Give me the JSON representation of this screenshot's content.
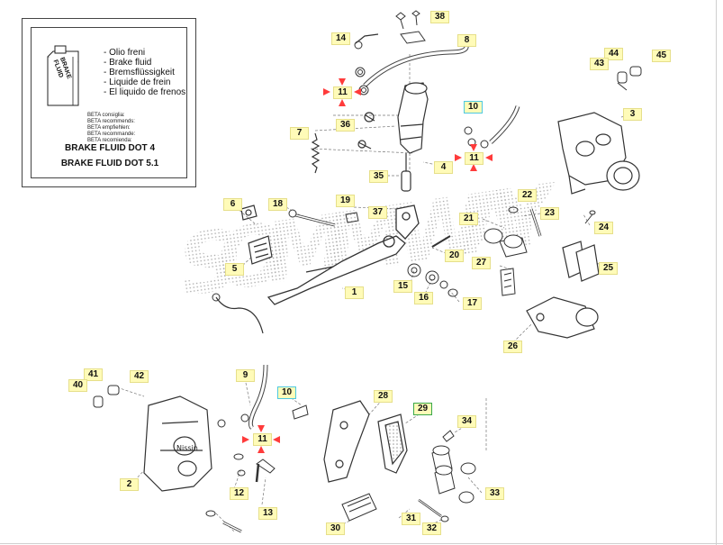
{
  "legend": {
    "can_label": "BRAKE FLUID",
    "languages": [
      "- Olio freni",
      "- Brake fluid",
      "- Bremsflüssigkeit",
      "- Liquide de frein",
      "- El liquido de frenos"
    ],
    "recommend": [
      "BETA consiglia:",
      "BETA recommends:",
      "BETA empfiehlen:",
      "BETA recommande:",
      "BETA recomienda:"
    ],
    "fluid_dot4": "BRAKE FLUID DOT 4",
    "fluid_dot51": "BRAKE FLUID DOT 5.1"
  },
  "watermark": "SOMM WAY",
  "colors": {
    "tag_fill": "#fffbb8",
    "tag_border": "#e6df8a",
    "highlight_cyan": "#4dc8e0",
    "highlight_green": "#3aa84a",
    "torque_arrow": "#ff3b3b"
  },
  "callouts": [
    {
      "id": "c38",
      "label": "38",
      "style": "plain"
    },
    {
      "id": "c14",
      "label": "14",
      "style": "plain"
    },
    {
      "id": "c8",
      "label": "8",
      "style": "plain"
    },
    {
      "id": "c44",
      "label": "44",
      "style": "plain"
    },
    {
      "id": "c45",
      "label": "45",
      "style": "plain"
    },
    {
      "id": "c43",
      "label": "43",
      "style": "plain"
    },
    {
      "id": "c11a",
      "label": "11",
      "style": "plain"
    },
    {
      "id": "c10a",
      "label": "10",
      "style": "cyan"
    },
    {
      "id": "c3",
      "label": "3",
      "style": "plain"
    },
    {
      "id": "c36",
      "label": "36",
      "style": "plain"
    },
    {
      "id": "c7",
      "label": "7",
      "style": "plain"
    },
    {
      "id": "c11b",
      "label": "11",
      "style": "plain"
    },
    {
      "id": "c4",
      "label": "4",
      "style": "plain"
    },
    {
      "id": "c35",
      "label": "35",
      "style": "plain"
    },
    {
      "id": "c22",
      "label": "22",
      "style": "plain"
    },
    {
      "id": "c6",
      "label": "6",
      "style": "plain"
    },
    {
      "id": "c18",
      "label": "18",
      "style": "plain"
    },
    {
      "id": "c19",
      "label": "19",
      "style": "plain"
    },
    {
      "id": "c37",
      "label": "37",
      "style": "plain"
    },
    {
      "id": "c23",
      "label": "23",
      "style": "plain"
    },
    {
      "id": "c21",
      "label": "21",
      "style": "plain"
    },
    {
      "id": "c24",
      "label": "24",
      "style": "plain"
    },
    {
      "id": "c20",
      "label": "20",
      "style": "plain"
    },
    {
      "id": "c5",
      "label": "5",
      "style": "plain"
    },
    {
      "id": "c27",
      "label": "27",
      "style": "plain"
    },
    {
      "id": "c25",
      "label": "25",
      "style": "plain"
    },
    {
      "id": "c15",
      "label": "15",
      "style": "plain"
    },
    {
      "id": "c1",
      "label": "1",
      "style": "plain"
    },
    {
      "id": "c16",
      "label": "16",
      "style": "plain"
    },
    {
      "id": "c17",
      "label": "17",
      "style": "plain"
    },
    {
      "id": "c26",
      "label": "26",
      "style": "plain"
    },
    {
      "id": "c9",
      "label": "9",
      "style": "plain"
    },
    {
      "id": "c41",
      "label": "41",
      "style": "plain"
    },
    {
      "id": "c42",
      "label": "42",
      "style": "plain"
    },
    {
      "id": "c40",
      "label": "40",
      "style": "plain"
    },
    {
      "id": "c10b",
      "label": "10",
      "style": "cyan"
    },
    {
      "id": "c28",
      "label": "28",
      "style": "plain"
    },
    {
      "id": "c29",
      "label": "29",
      "style": "green"
    },
    {
      "id": "c34",
      "label": "34",
      "style": "plain"
    },
    {
      "id": "c11c",
      "label": "11",
      "style": "plain"
    },
    {
      "id": "c2",
      "label": "2",
      "style": "plain"
    },
    {
      "id": "c12",
      "label": "12",
      "style": "plain"
    },
    {
      "id": "c33",
      "label": "33",
      "style": "plain"
    },
    {
      "id": "c13",
      "label": "13",
      "style": "plain"
    },
    {
      "id": "c31",
      "label": "31",
      "style": "plain"
    },
    {
      "id": "c30",
      "label": "30",
      "style": "plain"
    },
    {
      "id": "c32",
      "label": "32",
      "style": "plain"
    }
  ]
}
